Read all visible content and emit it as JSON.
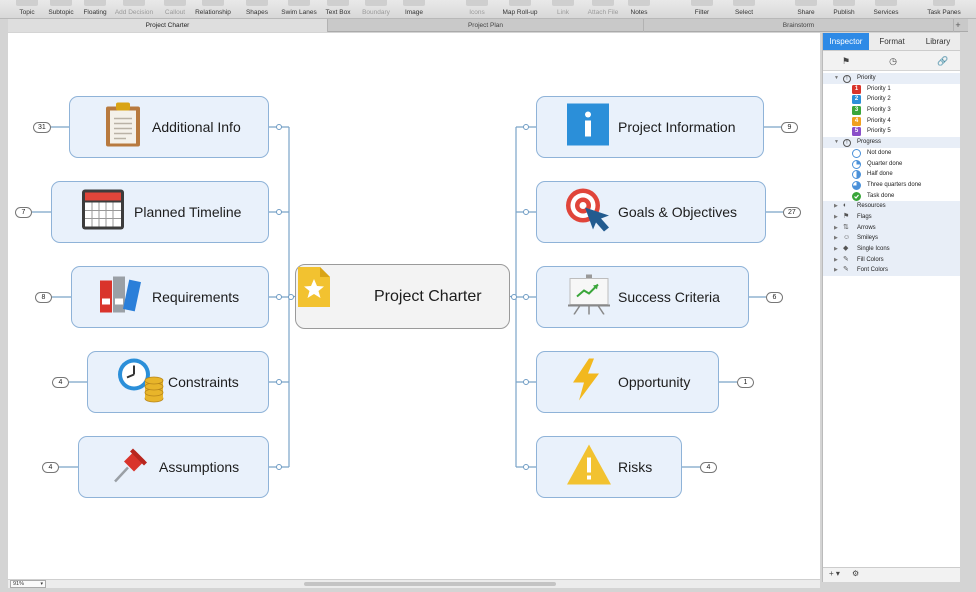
{
  "toolbar": {
    "left_items": [
      {
        "label": "Topic",
        "dim": false
      },
      {
        "label": "Subtopic",
        "dim": false
      },
      {
        "label": "Floating",
        "dim": false
      },
      {
        "label": "Add Decision",
        "dim": true
      },
      {
        "label": "Callout",
        "dim": true
      },
      {
        "label": "Relationship",
        "dim": false
      },
      {
        "label": "Shapes",
        "dim": false
      },
      {
        "label": "Swim Lanes",
        "dim": false
      },
      {
        "label": "Text Box",
        "dim": false
      },
      {
        "label": "Boundary",
        "dim": true
      },
      {
        "label": "Image",
        "dim": false
      }
    ],
    "mid_items": [
      {
        "label": "Icons",
        "dim": true
      },
      {
        "label": "Map Roll-up",
        "dim": false
      },
      {
        "label": "Link",
        "dim": true
      },
      {
        "label": "Attach File",
        "dim": true
      },
      {
        "label": "Notes",
        "dim": false
      }
    ],
    "right_items": [
      {
        "label": "Filter",
        "dim": false
      },
      {
        "label": "Select",
        "dim": false
      },
      {
        "label": "Share",
        "dim": false
      },
      {
        "label": "Publish",
        "dim": false
      },
      {
        "label": "Services",
        "dim": false
      },
      {
        "label": "Task Panes",
        "dim": false
      }
    ]
  },
  "tabs": [
    {
      "label": "Project Charter",
      "active": true
    },
    {
      "label": "Project Plan",
      "active": false
    },
    {
      "label": "Brainstorm",
      "active": false
    }
  ],
  "tab_add": "+",
  "map": {
    "center": {
      "label": "Project Charter",
      "icon": "document-star-icon"
    },
    "left_topics": [
      {
        "label": "Additional Info",
        "count": "31",
        "icon": "clipboard-icon"
      },
      {
        "label": "Planned Timeline",
        "count": "7",
        "icon": "calendar-icon"
      },
      {
        "label": "Requirements",
        "count": "8",
        "icon": "binders-icon"
      },
      {
        "label": "Constraints",
        "count": "4",
        "icon": "clock-coins-icon"
      },
      {
        "label": "Assumptions",
        "count": "4",
        "icon": "pushpin-icon"
      }
    ],
    "right_topics": [
      {
        "label": "Project Information",
        "count": "9",
        "icon": "info-icon"
      },
      {
        "label": "Goals & Objectives",
        "count": "27",
        "icon": "target-icon"
      },
      {
        "label": "Success Criteria",
        "count": "6",
        "icon": "presentation-chart-icon"
      },
      {
        "label": "Opportunity",
        "count": "1",
        "icon": "lightning-icon"
      },
      {
        "label": "Risks",
        "count": "4",
        "icon": "warning-icon"
      }
    ]
  },
  "status": {
    "zoom": "91%"
  },
  "panel": {
    "tabs": [
      {
        "label": "Inspector",
        "active": true
      },
      {
        "label": "Format",
        "active": false
      },
      {
        "label": "Library",
        "active": false
      }
    ],
    "groups": [
      {
        "label": "Priority",
        "expanded": true,
        "type": "priority",
        "items": [
          {
            "label": "Priority 1",
            "num": "1",
            "color": "#d9342b"
          },
          {
            "label": "Priority 2",
            "num": "2",
            "color": "#2b8fd9"
          },
          {
            "label": "Priority 3",
            "num": "3",
            "color": "#3aa63a"
          },
          {
            "label": "Priority 4",
            "num": "4",
            "color": "#f0a020"
          },
          {
            "label": "Priority 5",
            "num": "5",
            "color": "#8a4fc9"
          }
        ]
      },
      {
        "label": "Progress",
        "expanded": true,
        "type": "progress",
        "items": [
          {
            "label": "Not done",
            "fraction": 0
          },
          {
            "label": "Quarter done",
            "fraction": 0.25
          },
          {
            "label": "Half done",
            "fraction": 0.5
          },
          {
            "label": "Three quarters done",
            "fraction": 0.75
          },
          {
            "label": "Task done",
            "fraction": 1
          }
        ]
      },
      {
        "label": "Resources",
        "expanded": false,
        "type": "plain",
        "items": []
      },
      {
        "label": "Flags",
        "expanded": false,
        "type": "plain",
        "items": []
      },
      {
        "label": "Arrows",
        "expanded": false,
        "type": "plain",
        "items": []
      },
      {
        "label": "Smileys",
        "expanded": false,
        "type": "plain",
        "items": []
      },
      {
        "label": "Single Icons",
        "expanded": false,
        "type": "plain",
        "items": []
      },
      {
        "label": "Fill Colors",
        "expanded": false,
        "type": "plain",
        "items": []
      },
      {
        "label": "Font Colors",
        "expanded": false,
        "type": "plain",
        "items": []
      }
    ],
    "footer": {
      "add": "+ ▾",
      "gear": "⚙"
    }
  }
}
